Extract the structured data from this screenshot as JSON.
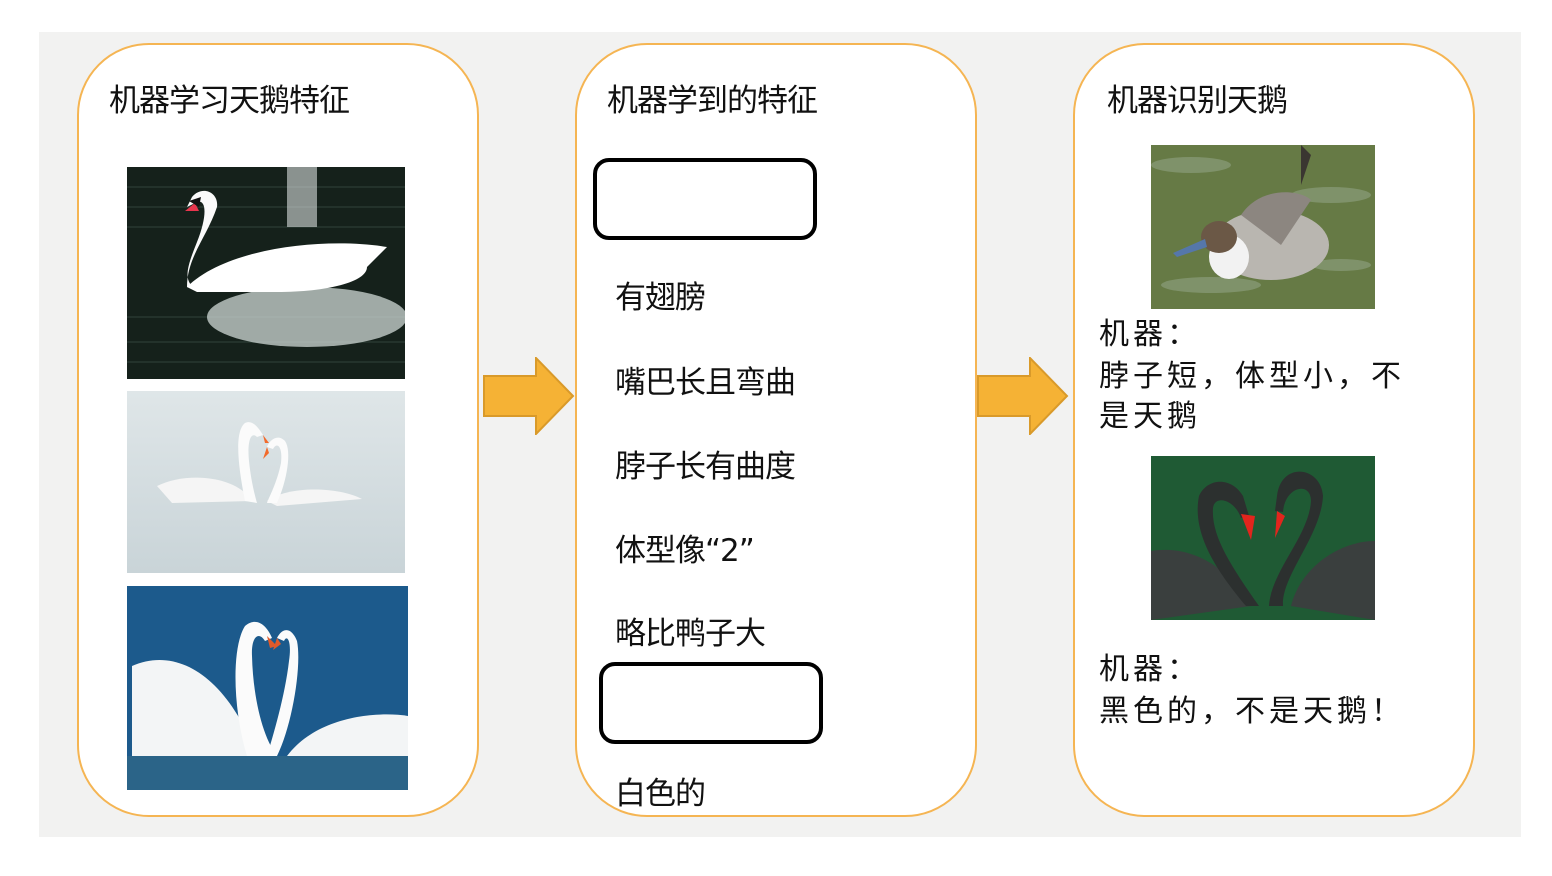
{
  "colors": {
    "background": "#f2f2f1",
    "panel_border": "#f5b553",
    "arrow_fill": "#f5b235",
    "arrow_stroke": "#d99a2a",
    "blank_border": "#000000"
  },
  "panels": [
    {
      "title": "机器学习天鹅特征",
      "images": [
        {
          "icon": "white-swan-photo",
          "description": "white swan on dark water"
        },
        {
          "icon": "two-white-swans-photo",
          "description": "two white swans forming heart on pale water"
        },
        {
          "icon": "two-white-swans-blue-photo",
          "description": "two white swans forming heart on blue water"
        }
      ]
    },
    {
      "title": "机器学到的特征",
      "features": [
        "",
        "有翅膀",
        "嘴巴长且弯曲",
        "脖子长有曲度",
        "体型像“2”",
        "略比鸭子大",
        "",
        "白色的"
      ]
    },
    {
      "title": "机器识别天鹅",
      "results": [
        {
          "icon": "duck-photo",
          "speaker": "机器：",
          "verdict_line1": "脖子短，体型小，不",
          "verdict_line2": "是天鹅"
        },
        {
          "icon": "black-swans-photo",
          "speaker": "机器：",
          "verdict_line1": "黑色的，不是天鹅！",
          "verdict_line2": ""
        }
      ]
    }
  ],
  "arrows": [
    {
      "icon": "arrow-right-icon"
    },
    {
      "icon": "arrow-right-icon"
    }
  ]
}
